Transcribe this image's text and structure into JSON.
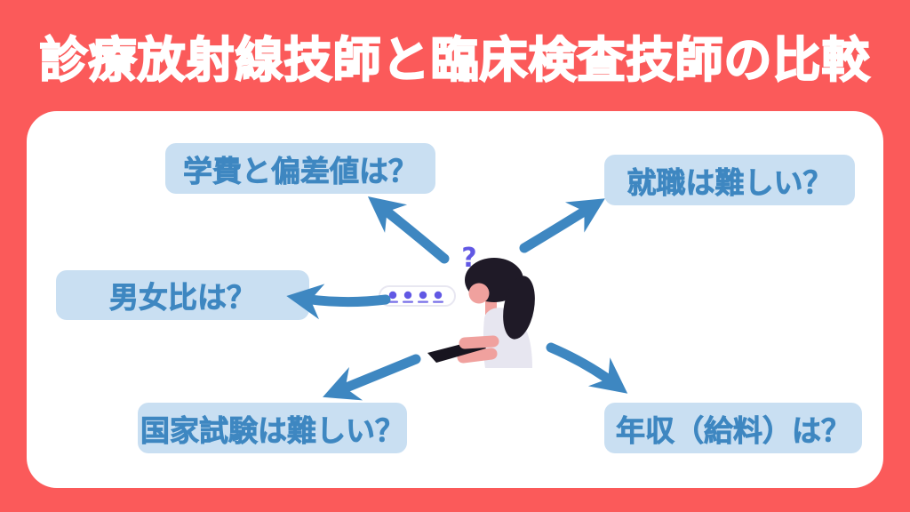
{
  "title": "診療放射線技師と臨床検査技師の比較",
  "questions": [
    {
      "id": "tuition-deviation",
      "label": "学費と偏差値は？"
    },
    {
      "id": "employment",
      "label": "就職は難しい？"
    },
    {
      "id": "gender-ratio",
      "label": "男女比は？"
    },
    {
      "id": "national-exam",
      "label": "国家試験は難しい？"
    },
    {
      "id": "salary",
      "label": "年収（給料）は？"
    }
  ],
  "illustration": {
    "question_mark": "?",
    "thinking_dots_count": 4
  },
  "colors": {
    "background": "#FB5A5A",
    "card": "#FFFFFF",
    "label_bg": "#C9DFF2",
    "label_text": "#3E87C1",
    "arrow": "#3E87C1",
    "accent_purple": "#6158E4",
    "hair": "#1F1A27",
    "skin": "#F0A19E",
    "shirt": "#E7E6F0",
    "tablet": "#17141F"
  }
}
